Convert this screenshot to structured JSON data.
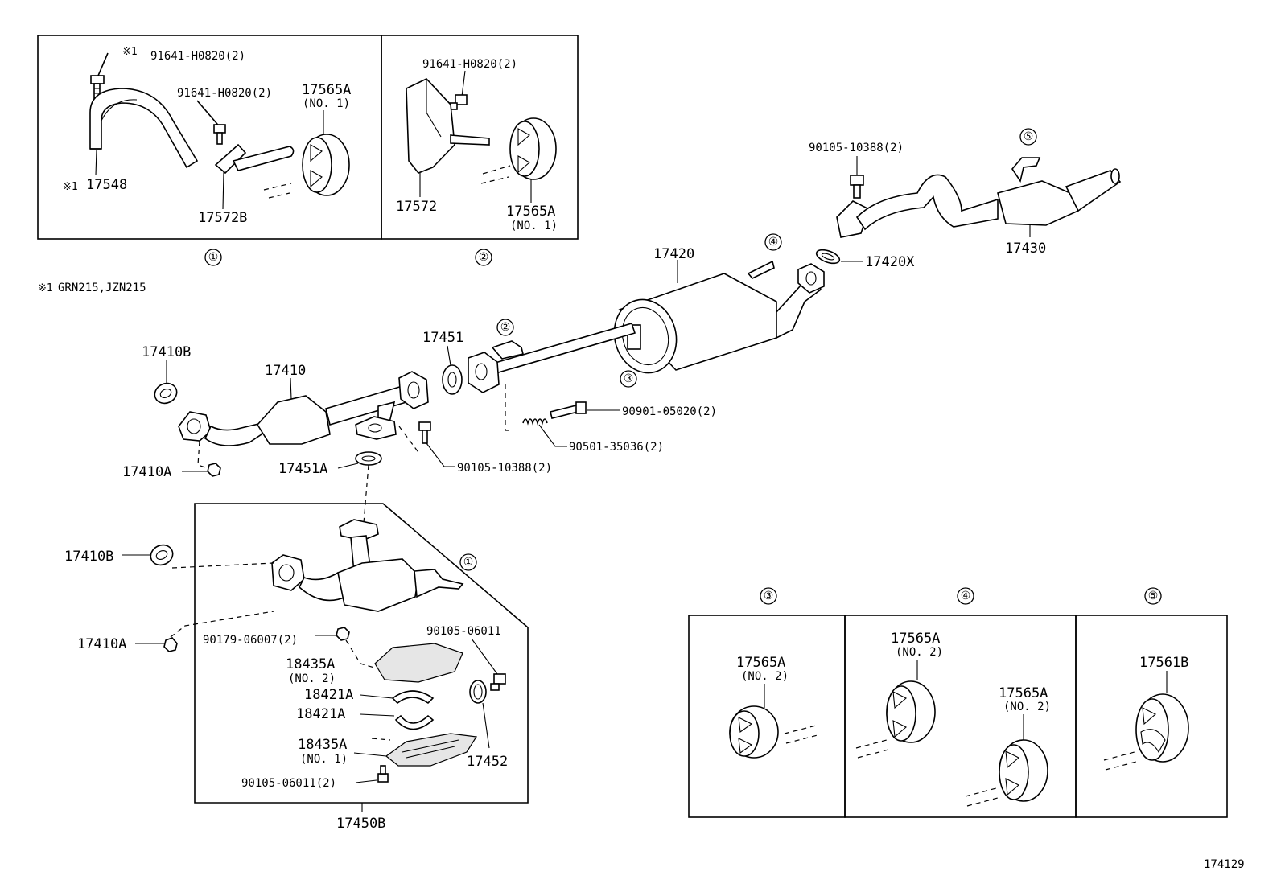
{
  "note": {
    "mark": "※1",
    "text": "GRN215,JZN215"
  },
  "callouts": {
    "c1": "①",
    "c2": "②",
    "c3": "③",
    "c4": "④",
    "c5": "⑤"
  },
  "parts": {
    "bolt_91641_h0820": "91641-H0820(2)",
    "p17548": "17548",
    "p17565a": "17565A",
    "no1": "(NO. 1)",
    "no2": "(NO. 2)",
    "p17572b": "17572B",
    "p17572": "17572",
    "bolt_90105_10388": "90105-10388(2)",
    "p17430": "17430",
    "p17420": "17420",
    "p17420x": "17420X",
    "p17410b": "17410B",
    "p17410": "17410",
    "p17451": "17451",
    "p17410a": "17410A",
    "p17451a": "17451A",
    "bolt_90901_05020": "90901-05020(2)",
    "spring_90501_35036": "90501-35036(2)",
    "nut_90179_06007": "90179-06007(2)",
    "bolt_90105_06011": "90105-06011",
    "bolt_90105_06011_2": "90105-06011(2)",
    "p18435a": "18435A",
    "p18421a": "18421A",
    "p17452": "17452",
    "p17450b": "17450B",
    "p17561b": "17561B"
  },
  "figure_id": "174129"
}
